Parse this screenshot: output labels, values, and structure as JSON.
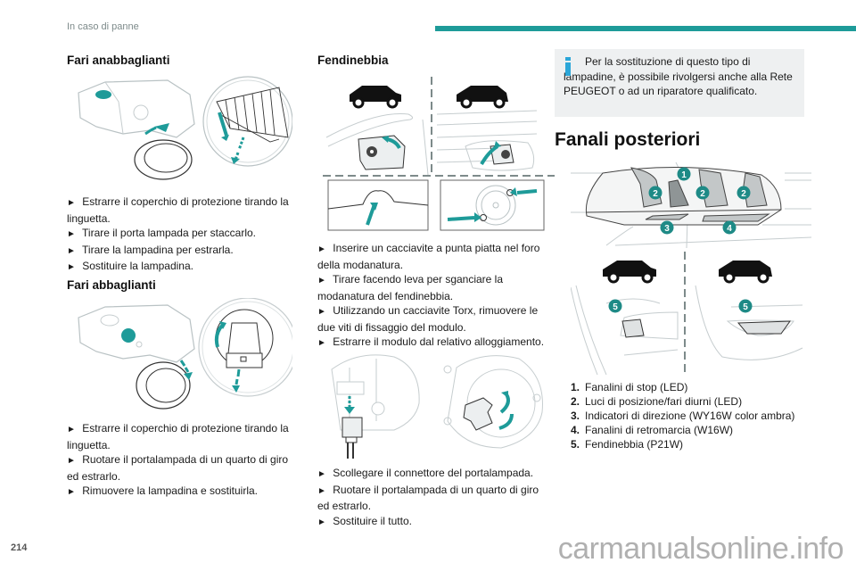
{
  "header": {
    "running_title": "In caso di panne",
    "accent_color": "#1e9b99"
  },
  "column1": {
    "low_beam": {
      "title": "Fari anabbaglianti",
      "steps": [
        "Estrarre il coperchio di protezione tirando la linguetta.",
        "Tirare il porta lampada per staccarlo.",
        "Tirare la lampadina per estrarla.",
        "Sostituire la lampadina."
      ]
    },
    "high_beam": {
      "title": "Fari abbaglianti",
      "steps": [
        "Estrarre il coperchio di protezione tirando la linguetta.",
        "Ruotare il portalampada di un quarto di giro ed estrarlo.",
        "Rimuovere la lampadina e sostituirla."
      ]
    }
  },
  "column2": {
    "fog": {
      "title": "Fendinebbia",
      "steps_a": [
        "Inserire un cacciavite a punta piatta nel foro della modanatura.",
        "Tirare facendo leva per sganciare la modanatura del fendinebbia.",
        "Utilizzando un cacciavite Torx, rimuovere le due viti di fissaggio del modulo.",
        "Estrarre il modulo dal relativo alloggiamento."
      ],
      "steps_b": [
        "Scollegare il connettore del portalampada.",
        "Ruotare il portalampada di un quarto di giro ed estrarlo.",
        "Sostituire il tutto."
      ]
    }
  },
  "column3": {
    "info_note": "Per la sostituzione di questo tipo di lampadine, è possibile rivolgersi anche alla Rete PEUGEOT o ad un riparatore qualificato.",
    "rear_lights": {
      "title": "Fanali posteriori",
      "callouts": [
        "1",
        "2",
        "2",
        "2",
        "3",
        "4",
        "5",
        "5"
      ],
      "legend": [
        {
          "num": "1.",
          "text": "Fanalini di stop (LED)"
        },
        {
          "num": "2.",
          "text": "Luci di posizione/fari diurni (LED)"
        },
        {
          "num": "3.",
          "text": "Indicatori di direzione (WY16W color ambra)"
        },
        {
          "num": "4.",
          "text": "Fanalini di retromarcia (W16W)"
        },
        {
          "num": "5.",
          "text": "Fendinebbia (P21W)"
        }
      ]
    }
  },
  "footer": {
    "page_number": "214",
    "watermark": "carmanualsonline.info"
  },
  "bullet_glyph": "►"
}
